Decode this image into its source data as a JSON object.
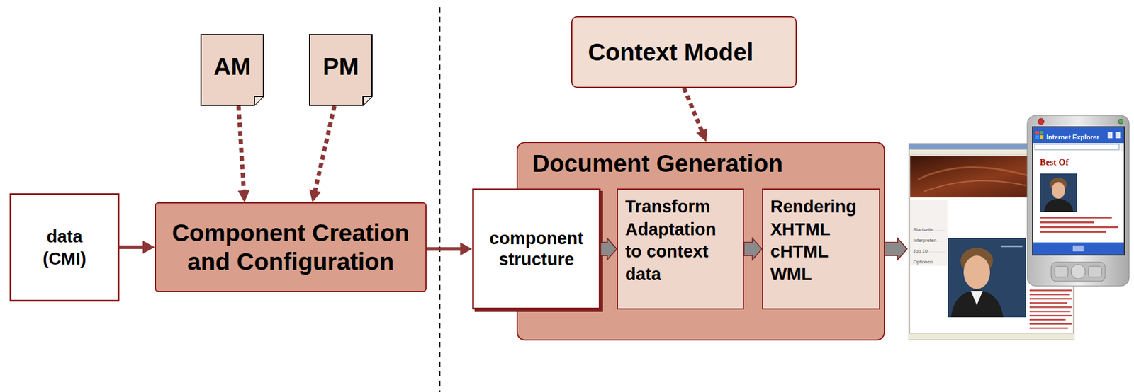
{
  "diagram": {
    "nodes": [
      {
        "text": [
          "data (CMI)"
        ]
      },
      {
        "text": [
          "AM"
        ]
      },
      {
        "text": [
          "PM"
        ]
      },
      {
        "text": [
          "Component Creation and Configuration"
        ]
      },
      {
        "text": [
          "Context Model"
        ]
      },
      {
        "text": [
          "Document Generation"
        ]
      },
      {
        "text": [
          "component structure"
        ],
        "in": 5
      },
      {
        "text": [
          "Transform",
          "Adaptation to context data"
        ],
        "in": 5
      },
      {
        "text": [
          "Rendering",
          "XHTML cHTML WML"
        ],
        "in": 5
      }
    ],
    "edges": [
      {
        "from": 0,
        "to": 3,
        "arrow": "to"
      },
      {
        "from": 1,
        "to": 3,
        "arrow": "to"
      },
      {
        "from": 2,
        "to": 3,
        "arrow": "to"
      },
      {
        "from": 3,
        "to": 6,
        "arrow": "to"
      },
      {
        "from": 4,
        "to": 5,
        "arrow": "to"
      },
      {
        "from": 6,
        "to": 7,
        "arrow": "to"
      },
      {
        "from": 7,
        "to": 8,
        "arrow": "to"
      }
    ],
    "labels": [
      "Internet Explorer",
      "Best Of",
      "Startseite",
      "Interpreten",
      "Top 10",
      "Optionen"
    ]
  }
}
